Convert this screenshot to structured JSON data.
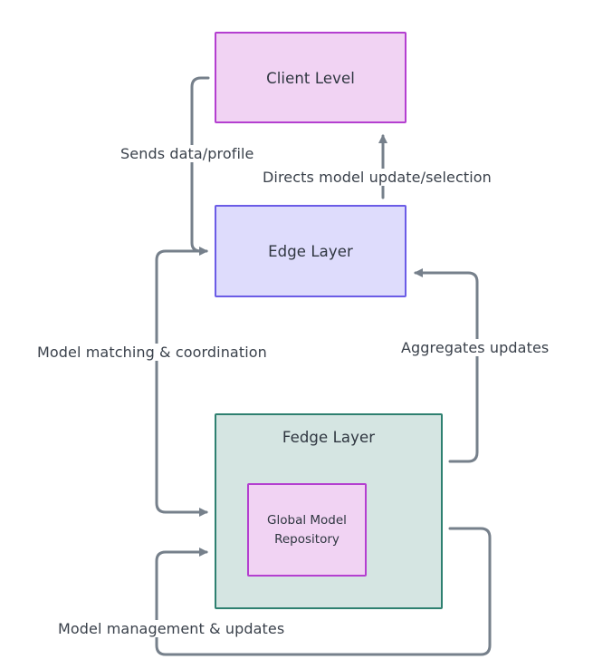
{
  "diagram": {
    "nodes": {
      "client": {
        "label": "Client Level",
        "fill": "#f1d3f3",
        "stroke": "#b43fd0"
      },
      "edge": {
        "label": "Edge Layer",
        "fill": "#dedcfc",
        "stroke": "#6b5ce6"
      },
      "fedge": {
        "label": "Fedge Layer",
        "fill": "#d5e5e2",
        "stroke": "#2e8070"
      },
      "global_repo": {
        "label": "Global Model\nRepository",
        "fill": "#f1d3f3",
        "stroke": "#b43fd0"
      }
    },
    "edges": [
      {
        "from": "client",
        "to": "edge",
        "label": "Sends data/profile"
      },
      {
        "from": "edge",
        "to": "client",
        "label": "Directs model update/selection"
      },
      {
        "from": "edge",
        "to": "fedge",
        "label": "Model matching & coordination"
      },
      {
        "from": "fedge",
        "to": "edge",
        "label": "Aggregates updates"
      },
      {
        "from": "fedge",
        "to": "fedge",
        "label": "Model management & updates"
      }
    ],
    "edge_color": "#76808b"
  }
}
